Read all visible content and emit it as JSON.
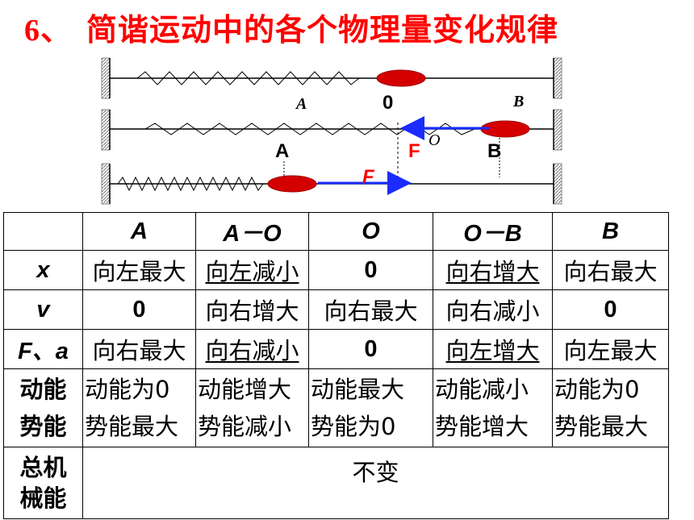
{
  "title": {
    "number": "6、",
    "text": "简谐运动中的各个物理量变化规律"
  },
  "diagram": {
    "row1": {
      "label_A": "A",
      "label_O": "0",
      "label_B": "B"
    },
    "row2": {
      "label_A": "A",
      "label_F": "F",
      "label_O": "O",
      "label_B": "B"
    },
    "row3": {
      "label_F": "F"
    },
    "colors": {
      "ball": "#d40000",
      "arrow": "#1a2cff",
      "force_label": "#ff0000"
    }
  },
  "table": {
    "headers": [
      "A",
      "A－O",
      "O",
      "O－B",
      "B"
    ],
    "rows": {
      "x": {
        "label": "x",
        "cells": [
          "向左最大",
          "向左减小",
          "0",
          "向右增大",
          "向右最大"
        ]
      },
      "v": {
        "label": "v",
        "cells": [
          "0",
          "向右增大",
          "向右最大",
          "向右减小",
          "0"
        ]
      },
      "fa": {
        "label": "F、a",
        "cells": [
          "向右最大",
          "向右减小",
          "0",
          "向左增大",
          "向左最大"
        ]
      },
      "energy": {
        "label_kinetic": "动能",
        "label_potential": "势能",
        "kinetic": [
          "动能为0",
          "动能增大",
          "动能最大",
          "动能减小",
          "动能为0"
        ],
        "potential": [
          "势能最大",
          "势能减小",
          "势能为0",
          "势能增大",
          "势能最大"
        ]
      },
      "mech": {
        "label_line1": "总机",
        "label_line2": "械能",
        "value": "不变"
      }
    }
  }
}
